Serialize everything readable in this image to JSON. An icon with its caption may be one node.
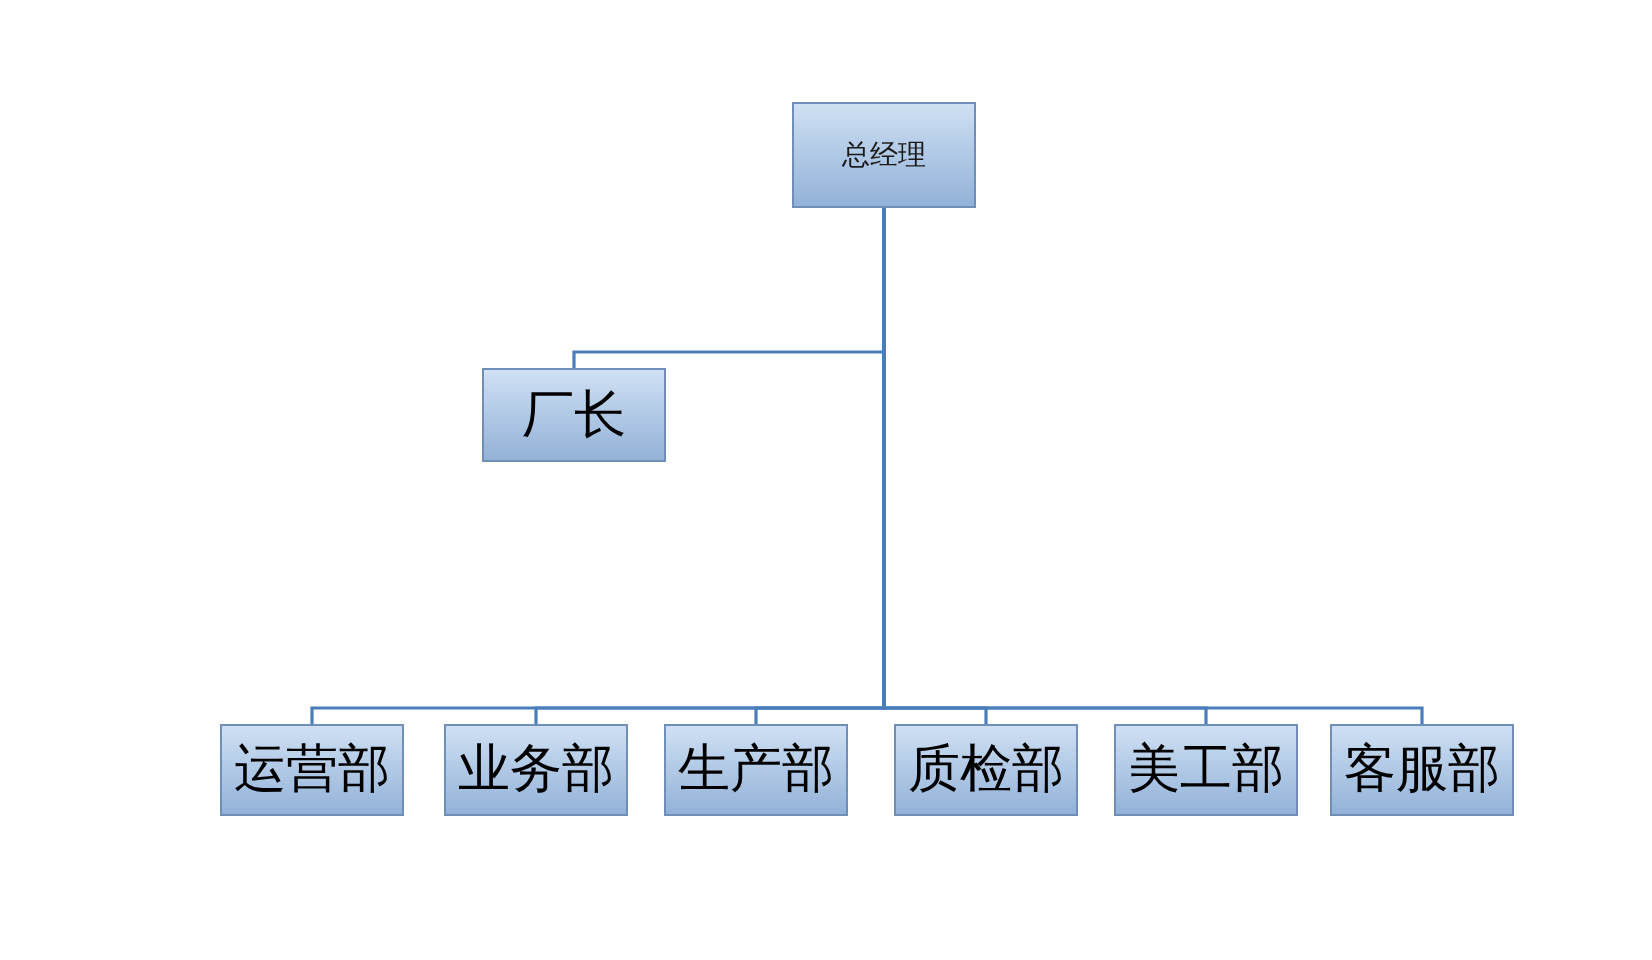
{
  "diagram": {
    "nodes": [
      {
        "text": [
          "总经理"
        ]
      },
      {
        "text": [
          "厂长"
        ]
      },
      {
        "text": [
          "运营部"
        ]
      },
      {
        "text": [
          "业务部"
        ]
      },
      {
        "text": [
          "生产部"
        ]
      },
      {
        "text": [
          "质检部"
        ]
      },
      {
        "text": [
          "美工部"
        ]
      },
      {
        "text": [
          "客服部"
        ]
      }
    ],
    "edges": [
      {
        "from": 0,
        "to": 1,
        "arrow": "none"
      },
      {
        "from": 0,
        "to": 2,
        "arrow": "none"
      },
      {
        "from": 0,
        "to": 3,
        "arrow": "none"
      },
      {
        "from": 0,
        "to": 4,
        "arrow": "none"
      },
      {
        "from": 0,
        "to": 5,
        "arrow": "none"
      },
      {
        "from": 0,
        "to": 6,
        "arrow": "none"
      },
      {
        "from": 0,
        "to": 7,
        "arrow": "none"
      }
    ]
  }
}
